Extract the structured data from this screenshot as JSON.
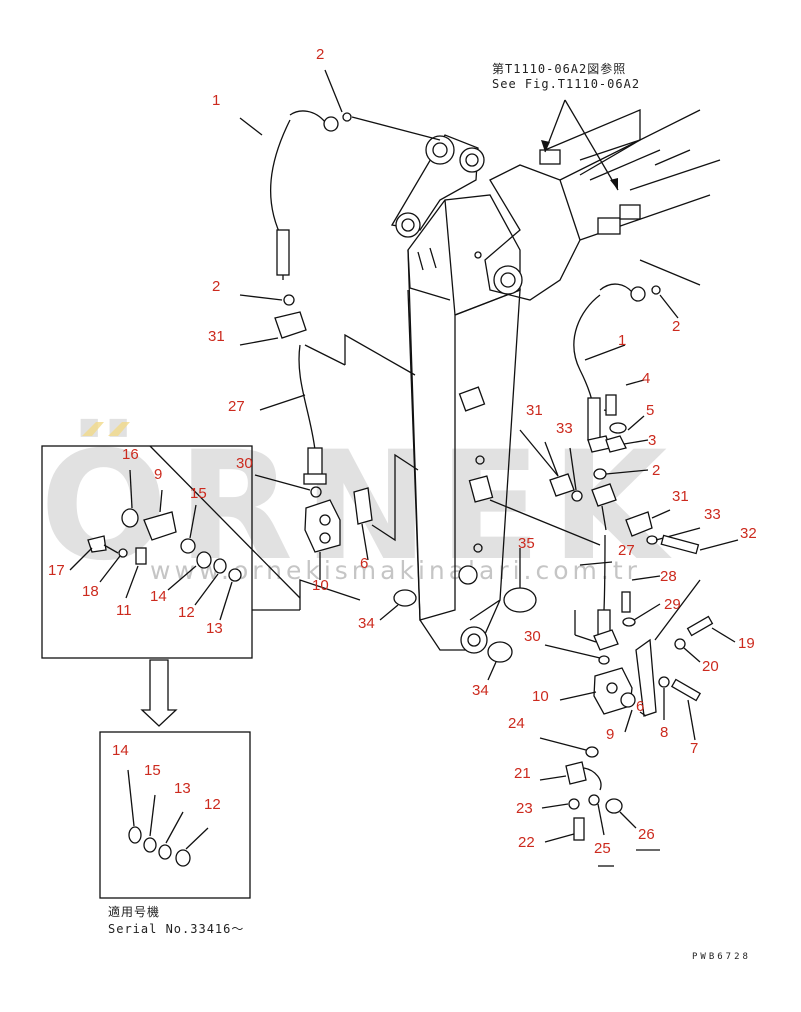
{
  "diagram": {
    "see_fig_jp": "第T1110-06A2図参照",
    "see_fig_en": "See Fig.T1110-06A2",
    "serial_jp": "適用号機",
    "serial_en": "Serial No.33416～",
    "drawing_code": "PWB6728",
    "watermark": "ÖRNEK",
    "watermark_url": "www.ornekismakinalari.com.tr",
    "label_color": "#cc2a1e",
    "refs": {
      "r1a": "1",
      "r2a": "2",
      "r2b": "2",
      "r31a": "31",
      "r27a": "27",
      "r30a": "30",
      "r6a": "6",
      "r10a": "10",
      "r34a": "34",
      "r35": "35",
      "r34b": "34",
      "r2c": "2",
      "r1b": "1",
      "r4": "4",
      "r5": "5",
      "r3": "3",
      "r2d": "2",
      "r31b": "31",
      "r33a": "33",
      "r31c": "31",
      "r33b": "33",
      "r32": "32",
      "r27b": "27",
      "r28": "28",
      "r29": "29",
      "r19": "19",
      "r30b": "30",
      "r20": "20",
      "r10b": "10",
      "r6b": "6",
      "r9b": "9",
      "r8": "8",
      "r7": "7",
      "r24": "24",
      "r21": "21",
      "r23": "23",
      "r22": "22",
      "r25": "25",
      "r26": "26",
      "r16": "16",
      "r9a": "9",
      "r15a": "15",
      "r17": "17",
      "r18": "18",
      "r11": "11",
      "r14a": "14",
      "r12a": "12",
      "r13a": "13",
      "r14b": "14",
      "r15b": "15",
      "r13b": "13",
      "r12b": "12"
    }
  }
}
